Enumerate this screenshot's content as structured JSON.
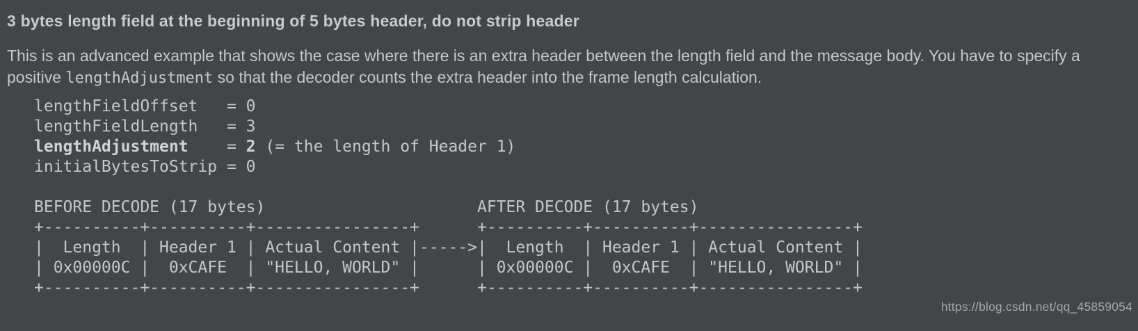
{
  "colors": {
    "background": "#424647",
    "text": "#c6c8c8",
    "bold_text": "#d2d4d4",
    "watermark": "#a4a8ab"
  },
  "heading": "3 bytes length field at the beginning of 5 bytes header, do not strip header",
  "paragraph": {
    "part1": "This is an advanced example that shows the case where there is an extra header between the length field and the message body. You have to specify a positive ",
    "inline_code": "lengthAdjustment",
    "part2": " so that the decoder counts the extra header into the frame length calculation."
  },
  "code": {
    "line1": "lengthFieldOffset   = 0",
    "line2": "lengthFieldLength   = 3",
    "line3_bold1": "lengthAdjustment",
    "line3_mid": "    = ",
    "line3_bold2": "2",
    "line3_rest": " (= the length of Header 1)",
    "line4": "initialBytesToStrip = 0"
  },
  "diagram_lines": [
    "BEFORE DECODE (17 bytes)                      AFTER DECODE (17 bytes)",
    "+----------+----------+----------------+      +----------+----------+----------------+",
    "|  Length  | Header 1 | Actual Content |----->|  Length  | Header 1 | Actual Content |",
    "| 0x00000C |  0xCAFE  | \"HELLO, WORLD\" |      | 0x00000C |  0xCAFE  | \"HELLO, WORLD\" |",
    "+----------+----------+----------------+      +----------+----------+----------------+"
  ],
  "watermark": "https://blog.csdn.net/qq_45859054"
}
